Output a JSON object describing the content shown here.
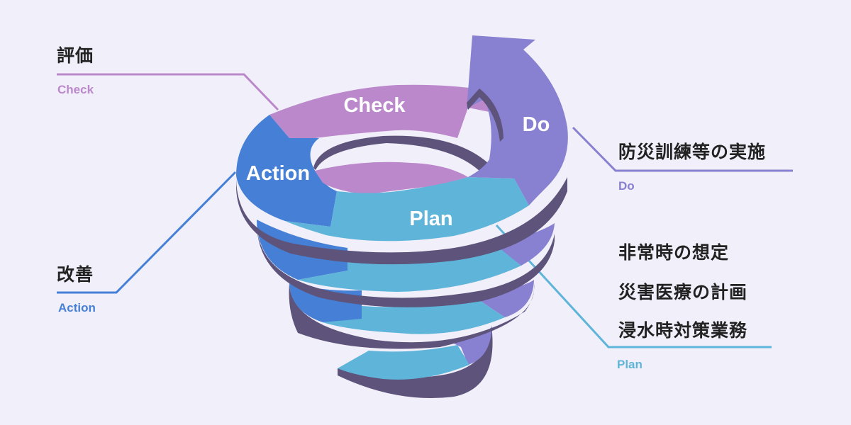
{
  "colors": {
    "background": "#f1eff9",
    "check": "#bb88cc",
    "do": "#8880d0",
    "plan": "#5fb4da",
    "action": "#4580d6",
    "edge": "#5e537a",
    "text_dark": "#222222"
  },
  "spiral_labels": {
    "check": "Check",
    "do": "Do",
    "plan": "Plan",
    "action": "Action"
  },
  "callouts": {
    "check": {
      "title": "評価",
      "sub": "Check"
    },
    "do": {
      "title": "防災訓練等の実施",
      "sub": "Do"
    },
    "action": {
      "title": "改善",
      "sub": "Action"
    },
    "plan": {
      "lines": [
        "非常時の想定",
        "災害医療の計画",
        "浸水時対策業務"
      ],
      "sub": "Plan"
    }
  }
}
